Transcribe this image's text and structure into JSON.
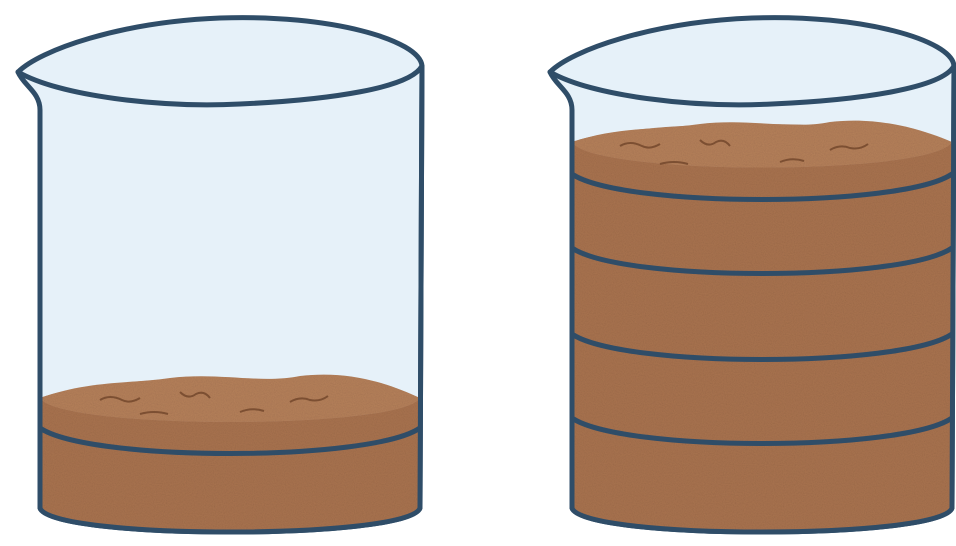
{
  "scene": {
    "background": "#ffffff",
    "colors": {
      "glass_fill": "#e6f1f9",
      "glass_outline": "#2f4d68",
      "soil": "#a9734f",
      "soil_light": "#bd8a63",
      "soil_dark": "#8a5a3a",
      "layer_line": "#2f4d68"
    },
    "beakers": [
      {
        "name": "left-beaker",
        "fill_level": 0.25,
        "layer_count": 1
      },
      {
        "name": "right-beaker",
        "fill_level": 0.85,
        "layer_count": 4
      }
    ]
  }
}
